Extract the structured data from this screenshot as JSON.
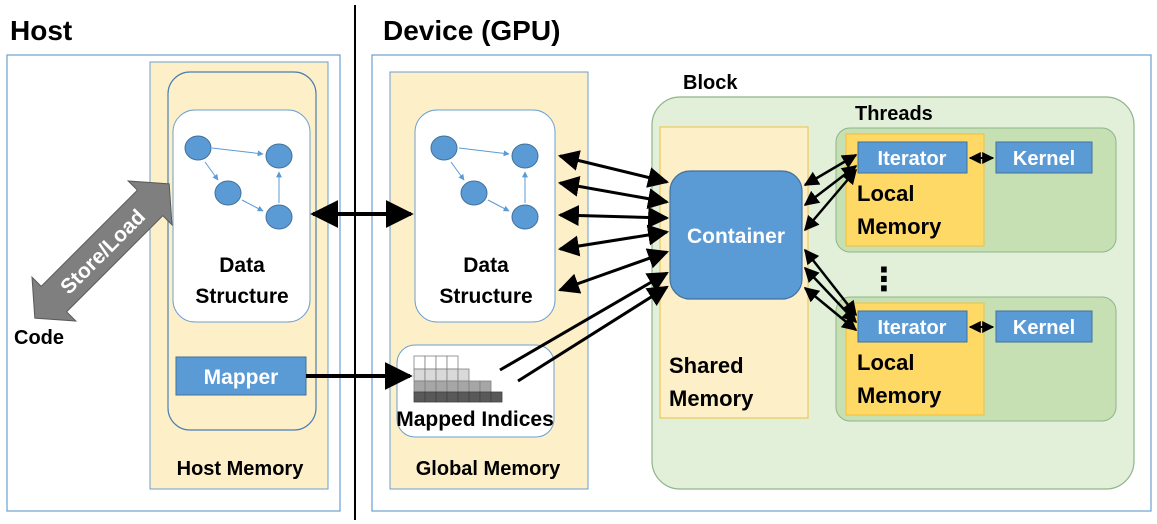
{
  "sections": {
    "host_title": "Host",
    "device_title": "Device (GPU)"
  },
  "host": {
    "code_label": "Code",
    "store_load_label": "Store/Load",
    "data_structure_line1": "Data",
    "data_structure_line2": "Structure",
    "mapper_label": "Mapper",
    "memory_label": "Host Memory"
  },
  "global": {
    "data_structure_line1": "Data",
    "data_structure_line2": "Structure",
    "mapped_indices_label": "Mapped Indices",
    "memory_label": "Global Memory"
  },
  "block": {
    "label": "Block",
    "container_label": "Container",
    "shared_memory_line1": "Shared",
    "shared_memory_line2": "Memory",
    "threads_label": "Threads",
    "ellipsis": "⋮",
    "thread_groups": [
      {
        "iterator_label": "Iterator",
        "kernel_label": "Kernel",
        "local_line1": "Local",
        "local_line2": "Memory"
      },
      {
        "iterator_label": "Iterator",
        "kernel_label": "Kernel",
        "local_line1": "Local",
        "local_line2": "Memory"
      }
    ]
  },
  "colors": {
    "memory_fill": "#fdefc8",
    "memory_stroke": "#6a9fd0",
    "block_fill": "#e2efd9",
    "block_stroke": "#8fb58a",
    "thread_fill": "#c6e0b4",
    "local_fill": "#ffd966",
    "blue_box": "#5b9bd5",
    "node_fill": "#5b9bd5",
    "arrow_gray": "#7f7f7f"
  }
}
